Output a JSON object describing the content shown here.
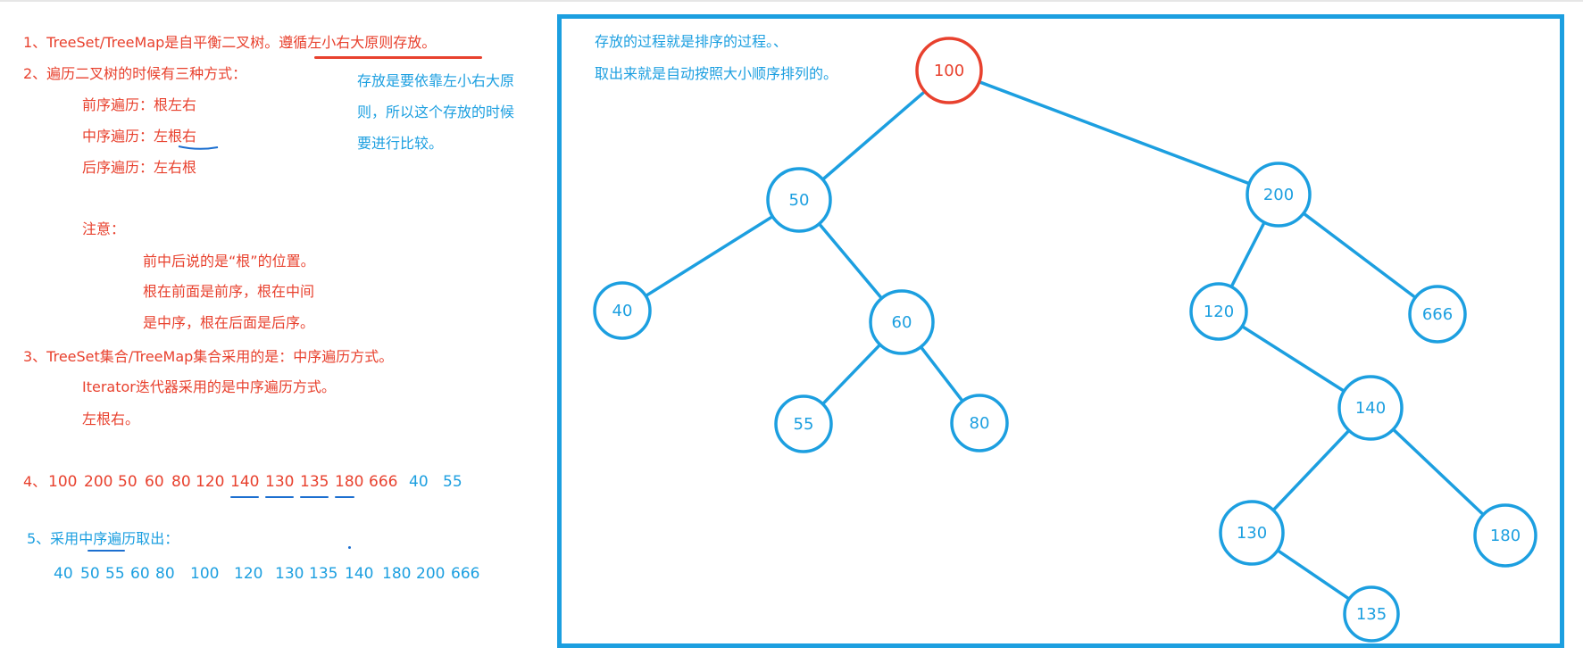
{
  "notes": {
    "l1_a": "1、TreeSet/TreeMap是自平衡二叉树。",
    "l1_b": "遵循左小右大原则存放。",
    "l2": "2、遍历二叉树的时候有三种方式：",
    "pre": "前序遍历：根左右",
    "mid_a": "中序遍历：",
    "mid_b": "左根右",
    "post": "后序遍历：左右根",
    "note_title": "注意：",
    "note1": "前中后说的是“根”的位置。",
    "note2": "根在前面是前序，根在中间",
    "note3": "是中序，根在后面是后序。",
    "l3": "3、TreeSet集合/TreeMap集合采用的是：中序遍历方式。",
    "l3b": "Iterator迭代器采用的是中序遍历方式。",
    "l3c": "左根右。",
    "side1": "存放是要依靠左小右大原",
    "side2": "则，所以这个存放的时候",
    "side3": "要进行比较。",
    "l4_prefix": "4、",
    "l4_red": [
      "100",
      "200",
      "50",
      "60",
      "80",
      "120",
      "140",
      "130",
      "135",
      "180",
      "666"
    ],
    "l4_blue": [
      "40",
      "55"
    ],
    "l5_a": "5、采用",
    "l5_b": "中序遍历",
    "l5_c": "取出：",
    "l5_values": [
      "40",
      "50",
      "55",
      "60",
      "80",
      "100",
      "120",
      "130",
      "135",
      "140",
      "180",
      "200",
      "666"
    ]
  },
  "diagram": {
    "caption1": "存放的过程就是排序的过程。、",
    "caption2": "取出来就是自动按照大小顺序排列的。",
    "root_color": "#e8412e",
    "node_color": "#1c9fe0",
    "nodes": [
      {
        "id": "n100",
        "label": "100"
      },
      {
        "id": "n50",
        "label": "50"
      },
      {
        "id": "n200",
        "label": "200"
      },
      {
        "id": "n40",
        "label": "40"
      },
      {
        "id": "n60",
        "label": "60"
      },
      {
        "id": "n55",
        "label": "55"
      },
      {
        "id": "n80",
        "label": "80"
      },
      {
        "id": "n120",
        "label": "120"
      },
      {
        "id": "n666",
        "label": "666"
      },
      {
        "id": "n140",
        "label": "140"
      },
      {
        "id": "n130",
        "label": "130"
      },
      {
        "id": "n180",
        "label": "180"
      },
      {
        "id": "n135",
        "label": "135"
      }
    ],
    "edges": [
      [
        "n100",
        "n50"
      ],
      [
        "n100",
        "n200"
      ],
      [
        "n50",
        "n40"
      ],
      [
        "n50",
        "n60"
      ],
      [
        "n60",
        "n55"
      ],
      [
        "n60",
        "n80"
      ],
      [
        "n200",
        "n120"
      ],
      [
        "n200",
        "n666"
      ],
      [
        "n120",
        "n140"
      ],
      [
        "n140",
        "n130"
      ],
      [
        "n140",
        "n180"
      ],
      [
        "n130",
        "n135"
      ]
    ]
  }
}
